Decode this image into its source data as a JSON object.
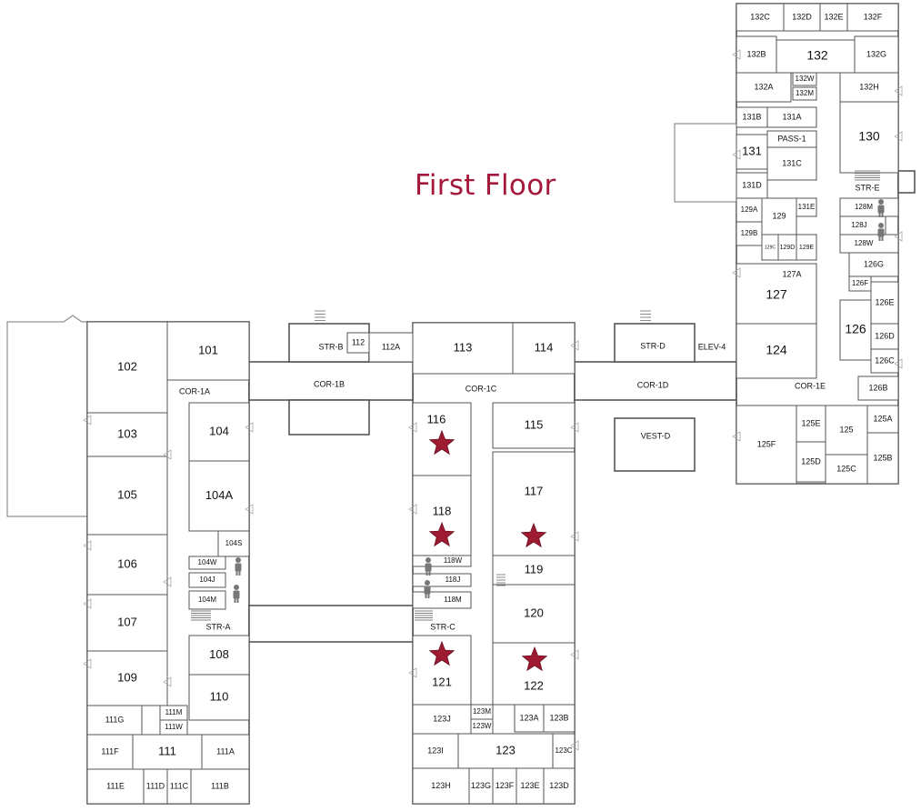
{
  "title": "First Floor",
  "colors": {
    "title": "#a4193b",
    "star": "#9e1b32",
    "wall": "#555555"
  },
  "legend_icons": [
    "star-icon",
    "restroom-icon",
    "stair-icon"
  ],
  "rooms": [
    {
      "id": "102",
      "label": "102"
    },
    {
      "id": "101",
      "label": "101"
    },
    {
      "id": "103",
      "label": "103"
    },
    {
      "id": "104",
      "label": "104"
    },
    {
      "id": "104A",
      "label": "104A"
    },
    {
      "id": "104S",
      "label": "104S"
    },
    {
      "id": "104W",
      "label": "104W"
    },
    {
      "id": "104J",
      "label": "104J"
    },
    {
      "id": "104M",
      "label": "104M"
    },
    {
      "id": "105",
      "label": "105"
    },
    {
      "id": "106",
      "label": "106"
    },
    {
      "id": "107",
      "label": "107"
    },
    {
      "id": "108",
      "label": "108"
    },
    {
      "id": "109",
      "label": "109"
    },
    {
      "id": "110",
      "label": "110"
    },
    {
      "id": "111",
      "label": "111"
    },
    {
      "id": "111A",
      "label": "111A"
    },
    {
      "id": "111B",
      "label": "111B"
    },
    {
      "id": "111C",
      "label": "111C"
    },
    {
      "id": "111D",
      "label": "111D"
    },
    {
      "id": "111E",
      "label": "111E"
    },
    {
      "id": "111F",
      "label": "111F"
    },
    {
      "id": "111G",
      "label": "111G"
    },
    {
      "id": "111M",
      "label": "111M"
    },
    {
      "id": "111W",
      "label": "111W"
    },
    {
      "id": "112",
      "label": "112"
    },
    {
      "id": "112A",
      "label": "112A"
    },
    {
      "id": "113",
      "label": "113"
    },
    {
      "id": "114",
      "label": "114"
    },
    {
      "id": "115",
      "label": "115"
    },
    {
      "id": "116",
      "label": "116"
    },
    {
      "id": "117",
      "label": "117"
    },
    {
      "id": "118",
      "label": "118"
    },
    {
      "id": "118W",
      "label": "118W"
    },
    {
      "id": "118J",
      "label": "118J"
    },
    {
      "id": "118M",
      "label": "118M"
    },
    {
      "id": "119",
      "label": "119"
    },
    {
      "id": "120",
      "label": "120"
    },
    {
      "id": "121",
      "label": "121"
    },
    {
      "id": "122",
      "label": "122"
    },
    {
      "id": "123",
      "label": "123"
    },
    {
      "id": "123A",
      "label": "123A"
    },
    {
      "id": "123B",
      "label": "123B"
    },
    {
      "id": "123C",
      "label": "123C"
    },
    {
      "id": "123D",
      "label": "123D"
    },
    {
      "id": "123E",
      "label": "123E"
    },
    {
      "id": "123F",
      "label": "123F"
    },
    {
      "id": "123G",
      "label": "123G"
    },
    {
      "id": "123H",
      "label": "123H"
    },
    {
      "id": "123I",
      "label": "123I"
    },
    {
      "id": "123J",
      "label": "123J"
    },
    {
      "id": "123M",
      "label": "123M"
    },
    {
      "id": "123W",
      "label": "123W"
    },
    {
      "id": "124",
      "label": "124"
    },
    {
      "id": "125",
      "label": "125"
    },
    {
      "id": "125A",
      "label": "125A"
    },
    {
      "id": "125B",
      "label": "125B"
    },
    {
      "id": "125C",
      "label": "125C"
    },
    {
      "id": "125D",
      "label": "125D"
    },
    {
      "id": "125E",
      "label": "125E"
    },
    {
      "id": "125F",
      "label": "125F"
    },
    {
      "id": "126",
      "label": "126"
    },
    {
      "id": "126B",
      "label": "126B"
    },
    {
      "id": "126C",
      "label": "126C"
    },
    {
      "id": "126D",
      "label": "126D"
    },
    {
      "id": "126E",
      "label": "126E"
    },
    {
      "id": "126F",
      "label": "126F"
    },
    {
      "id": "126G",
      "label": "126G"
    },
    {
      "id": "127",
      "label": "127"
    },
    {
      "id": "127A",
      "label": "127A"
    },
    {
      "id": "128M",
      "label": "128M"
    },
    {
      "id": "128J",
      "label": "128J"
    },
    {
      "id": "128W",
      "label": "128W"
    },
    {
      "id": "129",
      "label": "129"
    },
    {
      "id": "129A",
      "label": "129A"
    },
    {
      "id": "129B",
      "label": "129B"
    },
    {
      "id": "129C",
      "label": "129C"
    },
    {
      "id": "129D",
      "label": "129D"
    },
    {
      "id": "129E",
      "label": "129E"
    },
    {
      "id": "130",
      "label": "130"
    },
    {
      "id": "131",
      "label": "131"
    },
    {
      "id": "131A",
      "label": "131A"
    },
    {
      "id": "131B",
      "label": "131B"
    },
    {
      "id": "131C",
      "label": "131C"
    },
    {
      "id": "131D",
      "label": "131D"
    },
    {
      "id": "131E",
      "label": "131E"
    },
    {
      "id": "132",
      "label": "132"
    },
    {
      "id": "132A",
      "label": "132A"
    },
    {
      "id": "132B",
      "label": "132B"
    },
    {
      "id": "132C",
      "label": "132C"
    },
    {
      "id": "132D",
      "label": "132D"
    },
    {
      "id": "132E",
      "label": "132E"
    },
    {
      "id": "132F",
      "label": "132F"
    },
    {
      "id": "132G",
      "label": "132G"
    },
    {
      "id": "132H",
      "label": "132H"
    },
    {
      "id": "132M",
      "label": "132M"
    },
    {
      "id": "132W",
      "label": "132W"
    }
  ],
  "spaces": [
    {
      "id": "COR-1A",
      "label": "COR-1A"
    },
    {
      "id": "COR-1B",
      "label": "COR-1B"
    },
    {
      "id": "COR-1C",
      "label": "COR-1C"
    },
    {
      "id": "COR-1D",
      "label": "COR-1D"
    },
    {
      "id": "COR-1E",
      "label": "COR-1E"
    },
    {
      "id": "STR-A",
      "label": "STR-A"
    },
    {
      "id": "STR-B",
      "label": "STR-B"
    },
    {
      "id": "STR-C",
      "label": "STR-C"
    },
    {
      "id": "STR-D",
      "label": "STR-D"
    },
    {
      "id": "STR-E",
      "label": "STR-E"
    },
    {
      "id": "VEST-D",
      "label": "VEST-D"
    },
    {
      "id": "ELEV-4",
      "label": "ELEV-4"
    },
    {
      "id": "PASS-1",
      "label": "PASS-1"
    }
  ],
  "highlighted_rooms": [
    "116",
    "118",
    "117",
    "121",
    "122"
  ]
}
